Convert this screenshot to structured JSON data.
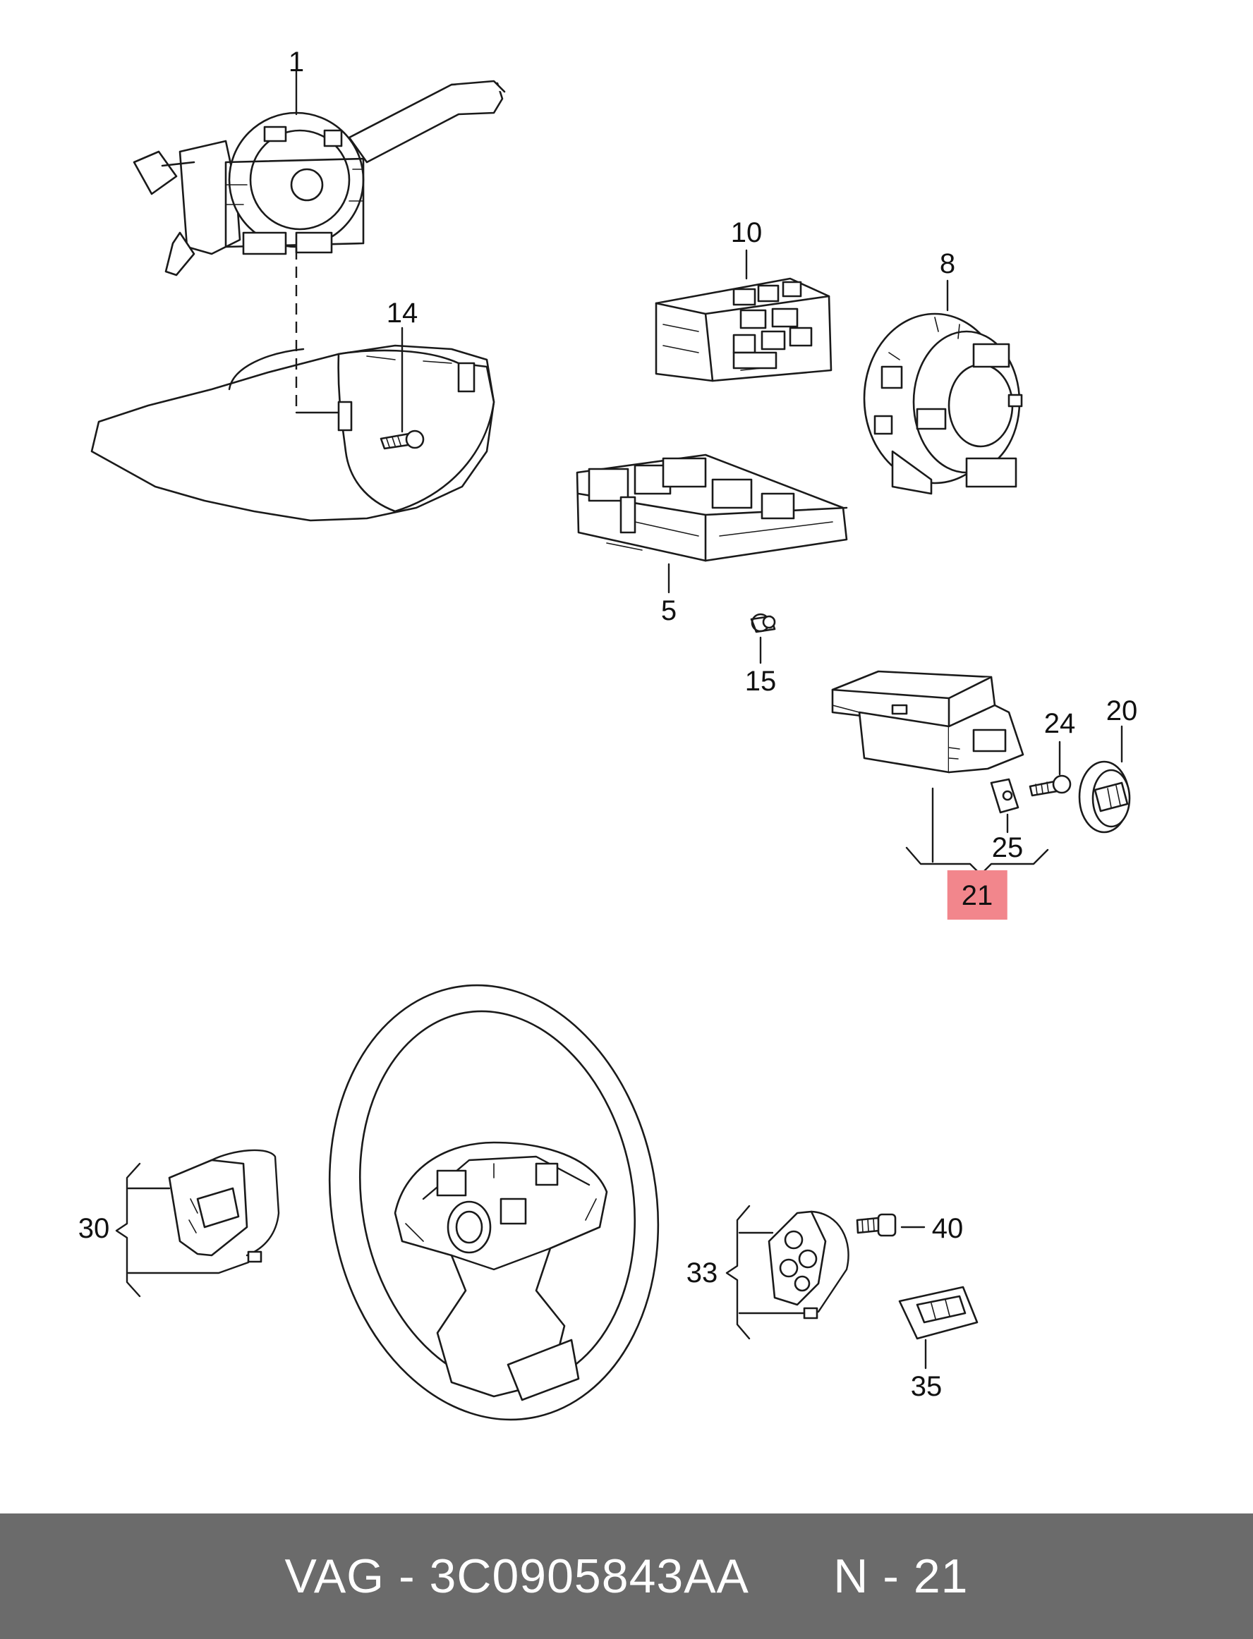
{
  "diagram": {
    "labels": {
      "p1": "1",
      "p5": "5",
      "p8": "8",
      "p10": "10",
      "p14": "14",
      "p15": "15",
      "p20": "20",
      "p21": "21",
      "p24": "24",
      "p25": "25",
      "p30": "30",
      "p33": "33",
      "p35": "35",
      "p40": "40"
    },
    "highlight": {
      "label": "21",
      "color": "#f2868c"
    }
  },
  "footer": {
    "brand": "VAG",
    "separator": "-",
    "part_number": "3C0905843AA",
    "position_label": "N - 21",
    "background": "#6b6b6b",
    "text_color": "#ffffff"
  }
}
